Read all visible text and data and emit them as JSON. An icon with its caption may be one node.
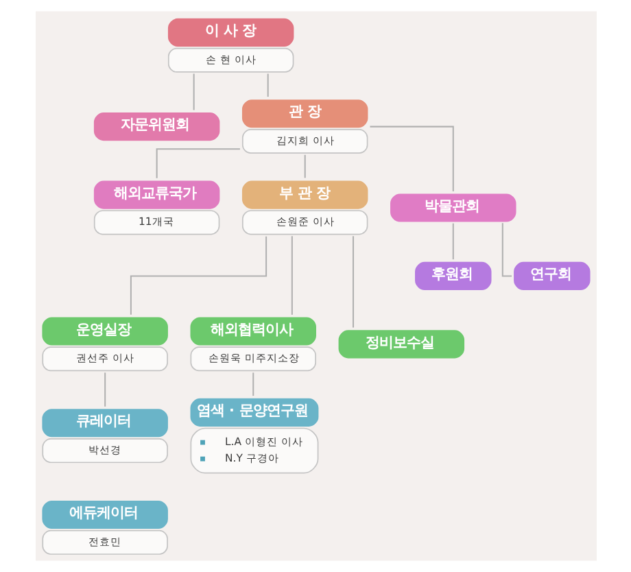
{
  "diagram": {
    "nodes": [
      {
        "text": [
          "이 사 장",
          "손 현 이사"
        ]
      },
      {
        "text": [
          "자문위원회"
        ]
      },
      {
        "text": [
          "관 장",
          "김지희 이사"
        ]
      },
      {
        "text": [
          "해외교류국가",
          "11개국"
        ]
      },
      {
        "text": [
          "박물관회"
        ]
      },
      {
        "text": [
          "부 관 장",
          "손원준 이사"
        ]
      },
      {
        "text": [
          "후원회"
        ]
      },
      {
        "text": [
          "연구회"
        ]
      },
      {
        "text": [
          "운영실장",
          "권선주 이사"
        ]
      },
      {
        "text": [
          "해외협력이사",
          "손원욱 미주지소장"
        ]
      },
      {
        "text": [
          "정비보수실"
        ]
      },
      {
        "text": [
          "큐레이터",
          "박선경"
        ]
      },
      {
        "text": [
          "염색 · 문양연구원",
          "L.A 이형진 이사",
          "N.Y 구경아"
        ]
      },
      {
        "text": [
          "에듀케이터",
          "전효민"
        ]
      }
    ],
    "edges": [
      {
        "from": 0,
        "to": 1,
        "arrow": "none"
      },
      {
        "from": 0,
        "to": 2,
        "arrow": "none"
      },
      {
        "from": 2,
        "to": 3,
        "arrow": "none"
      },
      {
        "from": 2,
        "to": 5,
        "arrow": "none"
      },
      {
        "from": 2,
        "to": 4,
        "arrow": "none"
      },
      {
        "from": 4,
        "to": 6,
        "arrow": "none"
      },
      {
        "from": 4,
        "to": 7,
        "arrow": "none"
      },
      {
        "from": 5,
        "to": 8,
        "arrow": "none"
      },
      {
        "from": 5,
        "to": 9,
        "arrow": "none"
      },
      {
        "from": 5,
        "to": 10,
        "arrow": "none"
      },
      {
        "from": 8,
        "to": 11,
        "arrow": "none"
      },
      {
        "from": 9,
        "to": 12,
        "arrow": "none"
      }
    ]
  }
}
